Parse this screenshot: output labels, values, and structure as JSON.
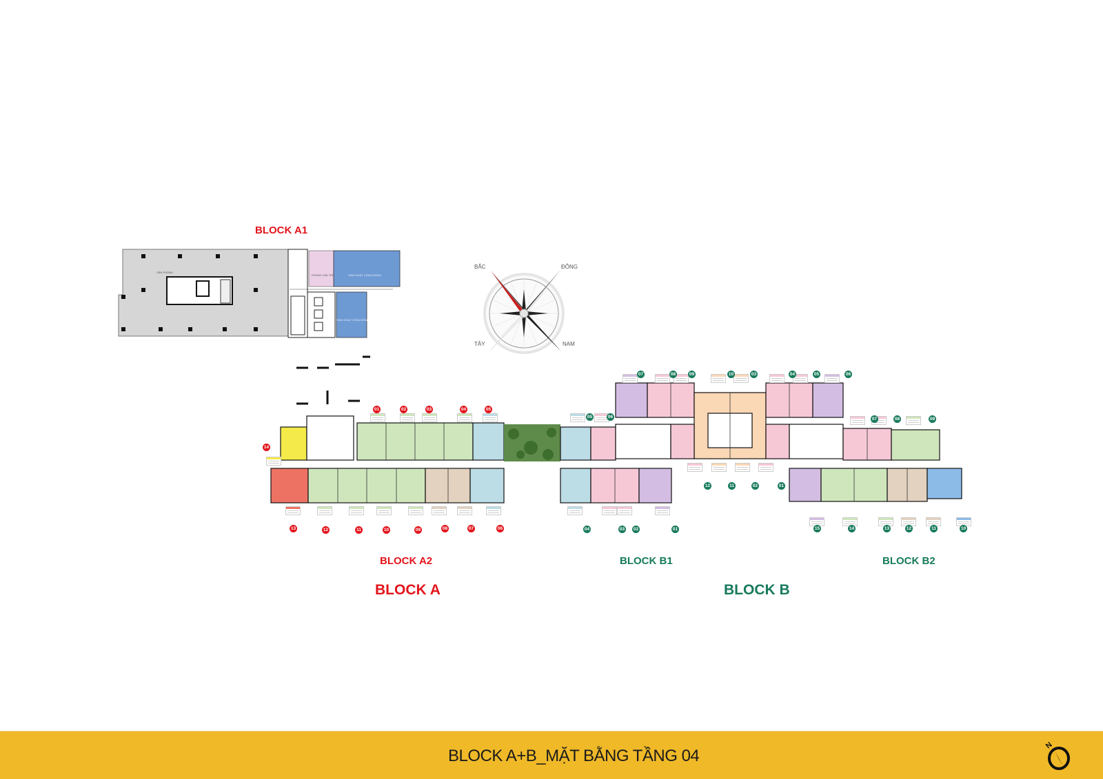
{
  "labels": {
    "block_a1": "BLOCK A1",
    "block_a2": "BLOCK A2",
    "block_b1": "BLOCK B1",
    "block_b2": "BLOCK B2",
    "block_a": "BLOCK A",
    "block_b": "BLOCK B"
  },
  "block_a1_rooms": {
    "office": "VĂN PHÒNG",
    "entertainment": "PHÒNG GIẢI TRÍ",
    "community_1": "SINH HOẠT CỘNG ĐỒNG",
    "community_2": "SINH HOẠT CỘNG ĐỒNG"
  },
  "compass": {
    "north": "BẮC",
    "east": "ĐÔNG",
    "west": "TÂY",
    "south": "NAM"
  },
  "footer": {
    "title": "BLOCK A+B_MẶT BẰNG TẦNG 04",
    "icon": "north-arrow-icon",
    "background": "#f0b928"
  },
  "colors": {
    "block_a": "#e3141b",
    "block_b": "#177a5c",
    "unit_green": "#cfe6bd",
    "unit_blue": "#bcdce6",
    "unit_pink": "#f6c8d6",
    "unit_purple": "#d4bde3",
    "unit_orange": "#fad7b5",
    "unit_tan": "#e3d2bf",
    "unit_yellow": "#f4ea4a",
    "unit_red": "#ee7263",
    "unit_bluedeep": "#8cbbe8",
    "office_gray": "#d6d6d6",
    "community_blue": "#6e9ad4",
    "entertainment_pink": "#ecd0e6"
  },
  "block_a2_units": {
    "top": [
      "01",
      "02",
      "03",
      "04",
      "05"
    ],
    "left": [
      "14"
    ],
    "bottom": [
      "13",
      "12",
      "11",
      "10",
      "09",
      "08",
      "07",
      "06"
    ]
  },
  "block_b1_units": {
    "top_left": [
      "05",
      "06"
    ],
    "top": [
      "07",
      "08",
      "09",
      "10",
      "03",
      "04",
      "05",
      "06"
    ],
    "center_bottom": [
      "12",
      "11",
      "02",
      "01"
    ],
    "bottom": [
      "04",
      "03",
      "02",
      "01"
    ]
  },
  "block_b2_units": {
    "top": [
      "07",
      "08",
      "09"
    ],
    "bottom": [
      "15",
      "14",
      "13",
      "12",
      "11",
      "10"
    ]
  }
}
